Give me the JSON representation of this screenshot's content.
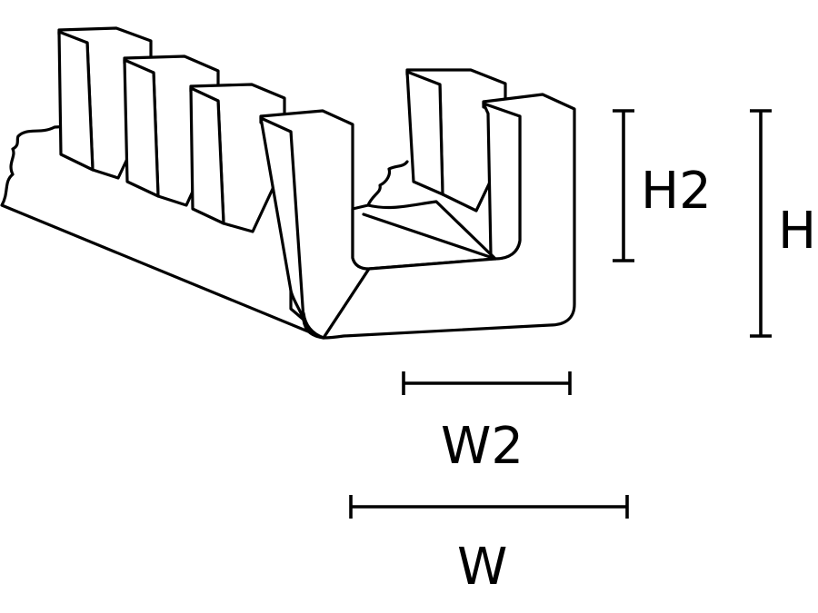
{
  "dimensions": {
    "height_inner": "H2",
    "height_total": "H",
    "width_inner": "W2",
    "width_total": "W"
  },
  "colors": {
    "stroke": "#000000",
    "background": "#ffffff"
  }
}
